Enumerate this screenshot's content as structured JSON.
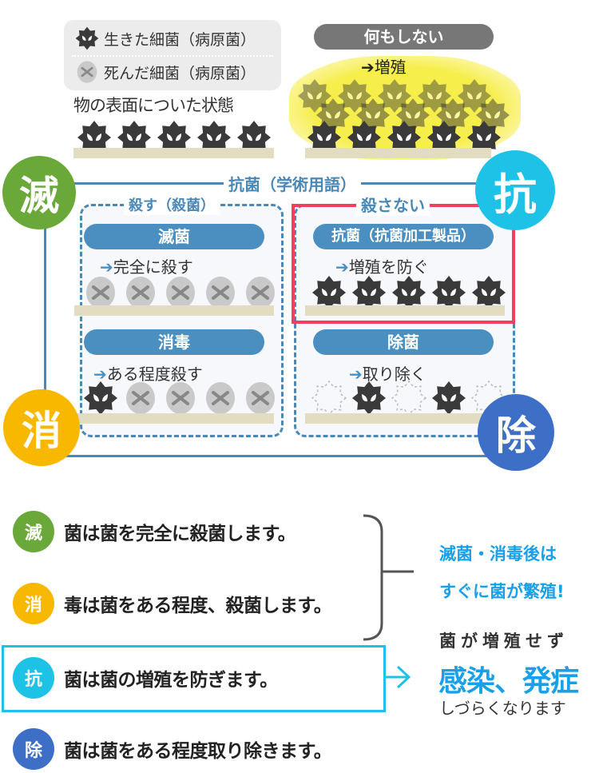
{
  "legend": {
    "live": "生きた細菌（病原菌）",
    "dead": "死んだ細菌（病原菌）"
  },
  "surface_label": "物の表面についた状態",
  "nothing": {
    "label": "何もしない",
    "arrow": "➔",
    "result": "増殖"
  },
  "circles": {
    "metsu": "滅",
    "kou": "抗",
    "shou": "消",
    "jo": "除"
  },
  "outer_title": "抗菌（学術用語）",
  "kill_title": "殺す（殺菌）",
  "nokill_title": "殺さない",
  "panels": {
    "sterilize": {
      "label": "滅菌",
      "arrow": "➔",
      "desc": "完全に殺す",
      "germs": [
        "dead",
        "dead",
        "dead",
        "dead",
        "dead"
      ]
    },
    "antibacterial": {
      "label": "抗菌（抗菌加工製品）",
      "arrow": "➔",
      "desc": "増殖を防ぐ",
      "germs": [
        "live",
        "live",
        "live",
        "live",
        "live"
      ]
    },
    "disinfect": {
      "label": "消毒",
      "arrow": "➔",
      "desc": "ある程度殺す",
      "germs": [
        "live",
        "dead",
        "dead",
        "dead",
        "dead"
      ]
    },
    "remove": {
      "label": "除菌",
      "arrow": "➔",
      "desc": "取り除く",
      "germs": [
        "gone",
        "live",
        "gone",
        "live",
        "gone"
      ]
    }
  },
  "surface_germs": [
    "live",
    "live",
    "live",
    "live",
    "live"
  ],
  "explanations": [
    {
      "icon": "滅",
      "text": "菌は菌を完全に殺菌します。"
    },
    {
      "icon": "消",
      "text": "毒は菌をある程度、殺菌します。"
    },
    {
      "icon": "抗",
      "text": "菌は菌の増殖を防ぎます。"
    },
    {
      "icon": "除",
      "text": "菌は菌をある程度取り除きます。"
    }
  ],
  "notes": {
    "after_line1": "滅菌・消毒後は",
    "after_line2": "すぐに菌が繁殖!",
    "kou_line1": "菌が増殖せず",
    "kou_line2": "感染、発症",
    "kou_line3": "しづらくなります"
  },
  "colors": {
    "green": "#6aa83a",
    "cyan": "#1ec2e6",
    "yellow": "#f8b800",
    "blue": "#3d6fc7",
    "frame": "#4a88b5",
    "red": "#f04060"
  }
}
